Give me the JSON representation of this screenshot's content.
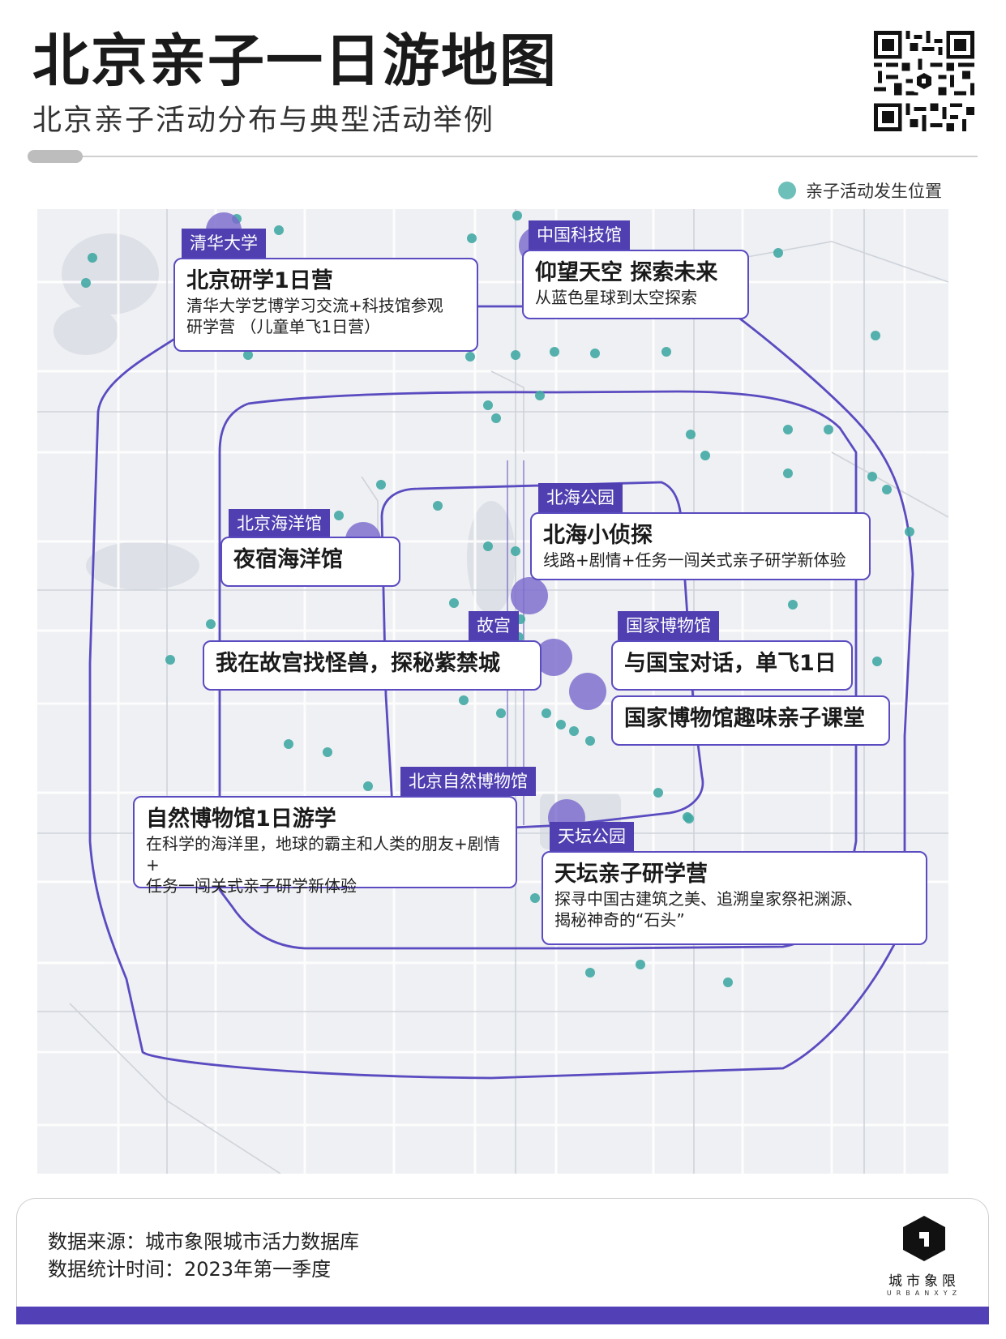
{
  "header": {
    "title": "北京亲子一日游地图",
    "subtitle": "北京亲子活动分布与典型活动举例"
  },
  "legend": {
    "label": "亲子活动发生位置",
    "color": "#6dbfba"
  },
  "colors": {
    "accent": "#4f3fb0",
    "ring_road": "#5a4bc0",
    "poi": "#7b6acd",
    "spot": "#41a9a4"
  },
  "places": [
    {
      "tag": "清华大学",
      "title": "北京研学1日营",
      "desc": [
        "清华大学艺博学习交流+科技馆参观",
        "研学营 （儿童单飞1日营）"
      ]
    },
    {
      "tag": "中国科技馆",
      "title": "仰望天空 探索未来",
      "desc": [
        "从蓝色星球到太空探索"
      ]
    },
    {
      "tag": "北京海洋馆",
      "title": "夜宿海洋馆",
      "desc": []
    },
    {
      "tag": "北海公园",
      "title": "北海小侦探",
      "desc": [
        "线路+剧情+任务一闯关式亲子研学新体验"
      ]
    },
    {
      "tag": "故宫",
      "title": "我在故宫找怪兽，探秘紫禁城",
      "desc": []
    },
    {
      "tag": "国家博物馆",
      "title": "与国宝对话，单飞1日",
      "desc": []
    },
    {
      "tag": "",
      "title": "国家博物馆趣味亲子课堂",
      "desc": []
    },
    {
      "tag": "北京自然博物馆",
      "title": "自然博物馆1日游学",
      "desc": [
        "在科学的海洋里，地球的霸主和人类的朋友+剧情+",
        "任务一闯关式亲子研学新体验"
      ]
    },
    {
      "tag": "天坛公园",
      "title": "天坛亲子研学营",
      "desc": [
        "探寻中国古建筑之美、追溯皇家祭祀渊源、",
        "揭秘神奇的“石头”"
      ]
    }
  ],
  "footer": {
    "source": "数据来源：城市象限城市活力数据库",
    "period": "数据统计时间：2023年第一季度",
    "brand_name": "城市象限",
    "brand_sub": "URBANXYZ"
  }
}
